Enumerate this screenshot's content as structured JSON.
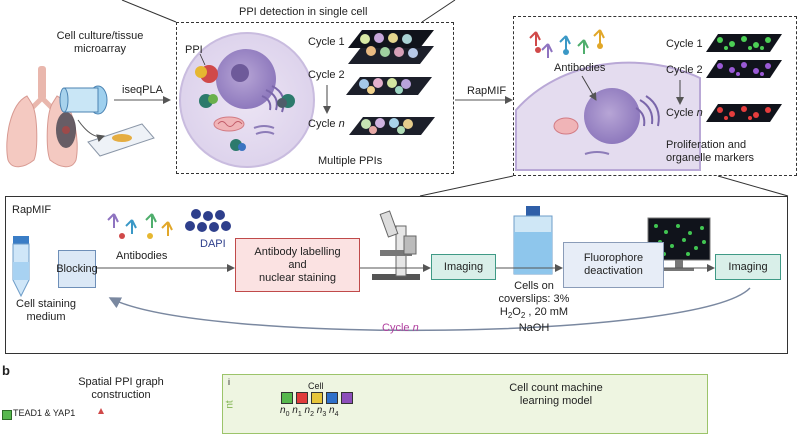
{
  "panel_a": {
    "tissue_title_1": "Cell culture/tissue",
    "tissue_title_2": "microarray",
    "iseqpla": "iseqPLA",
    "ppi_detection_title": "PPI detection in single cell",
    "ppi": "PPI",
    "cycle_1": "Cycle 1",
    "cycle_2": "Cycle 2",
    "cycle_n_prefix": "Cycle ",
    "cycle_n_var": "n",
    "multiple_ppis": "Multiple PPIs",
    "rapmif_arrow": "RapMIF",
    "antibodies": "Antibodies",
    "right_cycle_1": "Cycle 1",
    "right_cycle_2": "Cycle 2",
    "right_cycle_n_prefix": "Cycle ",
    "right_cycle_n_var": "n",
    "prolif_1": "Proliferation and",
    "prolif_2": "organelle markers"
  },
  "rapmif_panel": {
    "title": "RapMIF",
    "antibodies": "Antibodies",
    "dapi": "DAPI",
    "blocking": "Blocking",
    "cell_staining_1": "Cell staining",
    "cell_staining_2": "medium",
    "labelling_1": "Antibody labelling",
    "labelling_2": "and",
    "labelling_3": "nuclear staining",
    "imaging_1": "Imaging",
    "cells_on_1": "Cells on",
    "cells_on_2": "coverslips: 3%",
    "h2o2_h": "H",
    "h2o2_sub1": "2",
    "h2o2_o": "O",
    "h2o2_sub2": "2",
    "h2o2_rest": " , 20 mM",
    "naoh": "NaOH",
    "fluoro_1": "Fluorophore",
    "fluoro_2": "deactivation",
    "imaging_2": "Imaging",
    "cycle_prefix": "Cycle ",
    "cycle_var": "n"
  },
  "panel_b": {
    "label": "b",
    "spatial_1": "Spatial PPI graph",
    "spatial_2": "construction",
    "legend_item": "TEAD1 & YAP1",
    "section_i": "i",
    "cell_label": "Cell",
    "side_text": "nt",
    "n0": "n",
    "n0_sub": "0",
    "n1": "n",
    "n1_sub": "1",
    "n2": "n",
    "n2_sub": "2",
    "n3": "n",
    "n3_sub": "3",
    "n4": "n",
    "n4_sub": "4",
    "ml_1": "Cell count machine",
    "ml_2": "learning model"
  },
  "colors": {
    "blocking_fill": "#dbe8f6",
    "blocking_border": "#6e8fb8",
    "labelling_fill": "#fbe2e2",
    "labelling_border": "#c04a4a",
    "imaging_fill": "#d9efe9",
    "imaging_border": "#3f9a86",
    "fluoro_fill": "#e7edf7",
    "fluoro_border": "#8a9cb8",
    "cycle_text": "#b1409f",
    "panel_i_fill": "#eef5e1",
    "panel_i_border": "#9cc46a"
  },
  "cell_colors": [
    "#57b84e",
    "#e03b3b",
    "#e6c53a",
    "#2f70c9",
    "#8d4fbb"
  ]
}
